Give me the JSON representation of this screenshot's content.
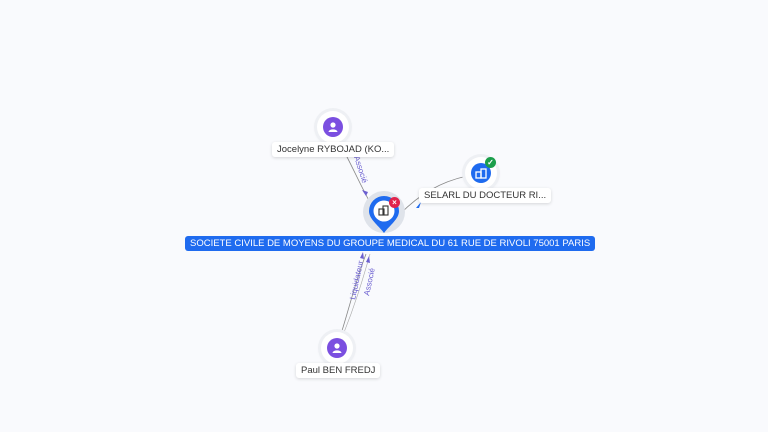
{
  "center": {
    "label": "SOCIETE CIVILE DE MOYENS DU GROUPE MEDICAL DU 61 RUE DE RIVOLI 75001 PARIS",
    "icon": "building-icon",
    "status": "closed",
    "status_color": "#e0244c",
    "accent": "#1f6bef"
  },
  "nodes": [
    {
      "id": "jocelyne",
      "label": "Jocelyne RYBOJAD (KO...",
      "type": "person",
      "icon": "person-icon",
      "color": "#7b4fe0"
    },
    {
      "id": "selarl",
      "label": "SELARL DU DOCTEUR RI...",
      "type": "company",
      "icon": "building-icon",
      "color": "#1f6bef",
      "status": "active",
      "status_color": "#1b9e4b"
    },
    {
      "id": "paul",
      "label": "Paul BEN FREDJ",
      "type": "person",
      "icon": "person-icon",
      "color": "#7b4fe0"
    }
  ],
  "edges": [
    {
      "from": "jocelyne",
      "labels": [
        "Associé"
      ]
    },
    {
      "from": "selarl",
      "labels": []
    },
    {
      "from": "paul",
      "labels": [
        "Liquidateur",
        "Associé"
      ]
    }
  ]
}
